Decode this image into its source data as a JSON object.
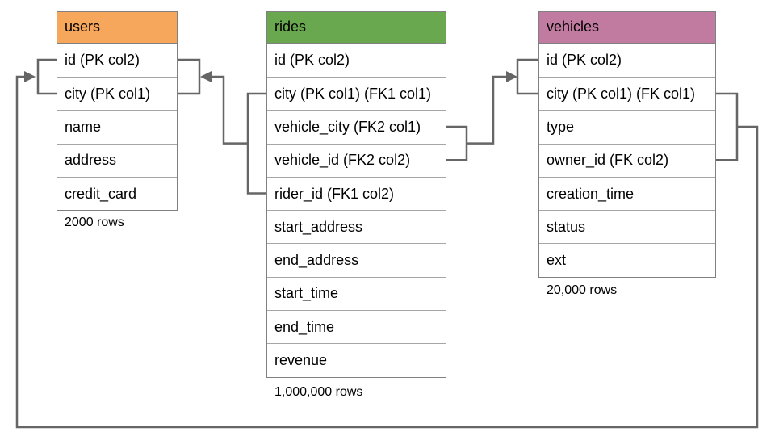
{
  "colors": {
    "users_header": "#F6A75C",
    "rides_header": "#6AA84F",
    "vehicles_header": "#C27BA0",
    "connector": "#666666",
    "table_border": "#808080",
    "row_divider": "#A6A6A6",
    "text": "#000000"
  },
  "tables": {
    "users": {
      "title": "users",
      "columns": [
        "id (PK col2)",
        "city (PK col1)",
        "name",
        "address",
        "credit_card"
      ],
      "row_count_label": "2000 rows"
    },
    "rides": {
      "title": "rides",
      "columns": [
        "id (PK col2)",
        "city (PK col1) (FK1 col1)",
        "vehicle_city (FK2 col1)",
        "vehicle_id (FK2 col2)",
        "rider_id (FK1 col2)",
        "start_address",
        "end_address",
        "start_time",
        "end_time",
        "revenue"
      ],
      "row_count_label": "1,000,000 rows"
    },
    "vehicles": {
      "title": "vehicles",
      "columns": [
        "id (PK col2)",
        "city (PK col1) (FK col1)",
        "type",
        "owner_id (FK col2)",
        "creation_time",
        "status",
        "ext"
      ],
      "row_count_label": "20,000 rows"
    }
  },
  "relationships": [
    {
      "name": "rides-to-users",
      "from": "rides (city, rider_id) FK1",
      "to": "users (id, city) PK"
    },
    {
      "name": "rides-to-vehicles",
      "from": "rides (vehicle_city, vehicle_id) FK2",
      "to": "vehicles (id, city) PK"
    },
    {
      "name": "vehicles-to-users",
      "from": "vehicles (city, owner_id) FK",
      "to": "users (id, city) PK"
    }
  ]
}
